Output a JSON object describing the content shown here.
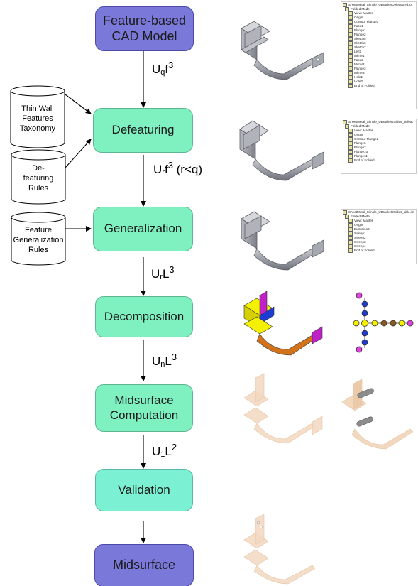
{
  "flow": {
    "feature_cad": "Feature-based\nCAD Model",
    "defeaturing": "Defeaturing",
    "generalization": "Generalization",
    "decomposition": "Decomposition",
    "midsurface_computation": "Midsurface\nComputation",
    "validation": "Validation",
    "midsurface": "Midsurface"
  },
  "edges": {
    "e1": {
      "base": "U",
      "sub": "q",
      "mid": "f",
      "sup": "3",
      "rest": ""
    },
    "e2": {
      "base": "U",
      "sub": "r",
      "mid": "f",
      "sup": "3",
      "rest": " (r<q)"
    },
    "e3": {
      "base": "U",
      "sub": "r",
      "mid": "L",
      "sup": "3",
      "rest": ""
    },
    "e4": {
      "base": "U",
      "sub": "n",
      "mid": "L",
      "sup": "3",
      "rest": ""
    },
    "e5": {
      "base": "U",
      "sub": "1",
      "mid": "L",
      "sup": "2",
      "rest": ""
    }
  },
  "inputs": {
    "taxonomy": "Thin Wall\nFeatures\nTaxonomy",
    "defeaturing_rules": "De-\nfeaturing\nRules",
    "generalization_rules": "Feature\nGeneralization\nRules"
  },
  "trees": {
    "tree1": [
      "SheetMetal_Simple_UBracketDefeatured.ipt",
      "Folded Model",
      "View: Master",
      "Origin",
      "Contour Flange1",
      "Face1",
      "Flange1",
      "Flange2",
      "Sketch5",
      "Sketch6",
      "Sketch7",
      "Left1",
      "Mirror1",
      "Face2",
      "Mirror2",
      "Flange3",
      "Mirror3",
      "Hole1",
      "Hole2",
      "End of Folded"
    ],
    "tree2": [
      "SheetMetal_Simple_UBracket2Sides_defeat",
      "Folded Model",
      "View: Master",
      "Origin",
      "Contour Flange2",
      "Flange6",
      "Flange7",
      "Flange10",
      "Flange11",
      "End of Folded"
    ],
    "tree3": [
      "SheetMetal_Simple_UBracket2Sides_able.ipt",
      "Folded Model",
      "View: Master",
      "Origin",
      "Extrusion2",
      "Sweep1",
      "Sweep2",
      "Sweep3",
      "Sweep4",
      "End of Folded"
    ]
  },
  "colors": {
    "process_box": "#7ff0c0",
    "terminal_box": "#7a78d9",
    "validation_box": "#7cf0d2"
  }
}
